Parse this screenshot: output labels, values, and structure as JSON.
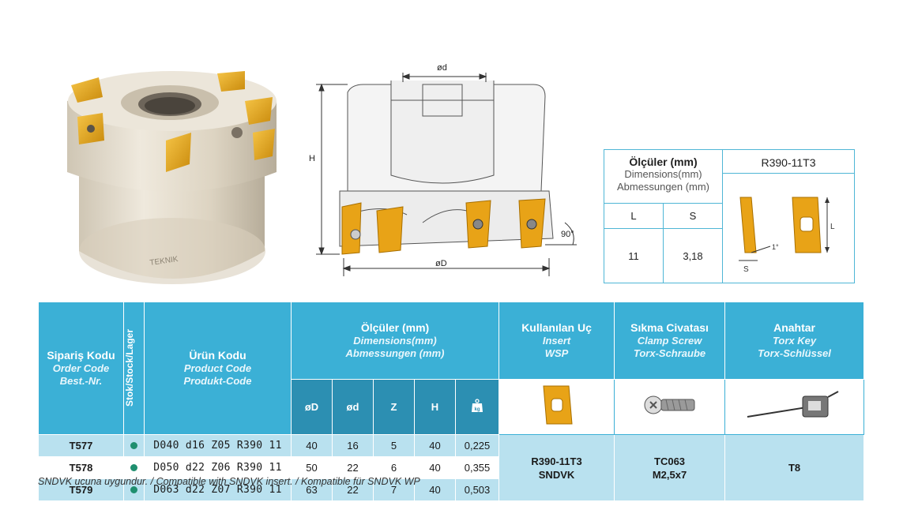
{
  "dimension_labels": {
    "small_d": "ød",
    "height": "H",
    "big_d": "øD",
    "angle": "90°"
  },
  "insert_dims": {
    "header_tr": "Ölçüler (mm)",
    "header_en": "Dimensions(mm)",
    "header_de": "Abmessungen (mm)",
    "col_l": "L",
    "col_s": "S",
    "val_l": "11",
    "val_s": "3,18",
    "insert_name": "R390-11T3",
    "label_l": "L",
    "label_s": "S",
    "label_angle": "1°"
  },
  "table": {
    "order_code": {
      "tr": "Sipariş Kodu",
      "en": "Order Code",
      "de": "Best.-Nr."
    },
    "stock": {
      "tr": "Stok",
      "rest": "/Stock/Lager"
    },
    "product_code": {
      "tr": "Ürün Kodu",
      "en": "Product Code",
      "de": "Produkt-Code"
    },
    "dimensions": {
      "tr": "Ölçüler (mm)",
      "en": "Dimensions(mm)",
      "de": "Abmessungen (mm)"
    },
    "insert": {
      "tr": "Kullanılan Uç",
      "en": "Insert",
      "de": "WSP"
    },
    "screw": {
      "tr": "Sıkma Civatası",
      "en": "Clamp Screw",
      "de": "Torx-Schraube"
    },
    "key": {
      "tr": "Anahtar",
      "en": "Torx Key",
      "de": "Torx-Schlüssel"
    },
    "sub": {
      "D": "øD",
      "d": "ød",
      "Z": "Z",
      "H": "H",
      "kg": "kg"
    },
    "rows": [
      {
        "code": "T577",
        "product": "D040 d16 Z05 R390 11",
        "D": "40",
        "d": "16",
        "Z": "5",
        "H": "40",
        "kg": "0,225"
      },
      {
        "code": "T578",
        "product": "D050 d22 Z06 R390 11",
        "D": "50",
        "d": "22",
        "Z": "6",
        "H": "40",
        "kg": "0,355"
      },
      {
        "code": "T579",
        "product": "D063 d22 Z07 R390 11",
        "D": "63",
        "d": "22",
        "Z": "7",
        "H": "40",
        "kg": "0,503"
      }
    ],
    "insert_value_1": "R390-11T3",
    "insert_value_2": "SNDVK",
    "screw_value_1": "TC063",
    "screw_value_2": "M2,5x7",
    "key_value": "T8"
  },
  "footnote": "SNDVK ucuna uygundur. / Compatible with SNDVK insert. / Kompatible für SNDVK WP",
  "colors": {
    "header": "#3bb0d6",
    "subheader": "#2c8fb2",
    "row_alt": "#b9e1ef",
    "stock_dot": "#1f8f6f",
    "insert_gold": "#e8a317"
  }
}
